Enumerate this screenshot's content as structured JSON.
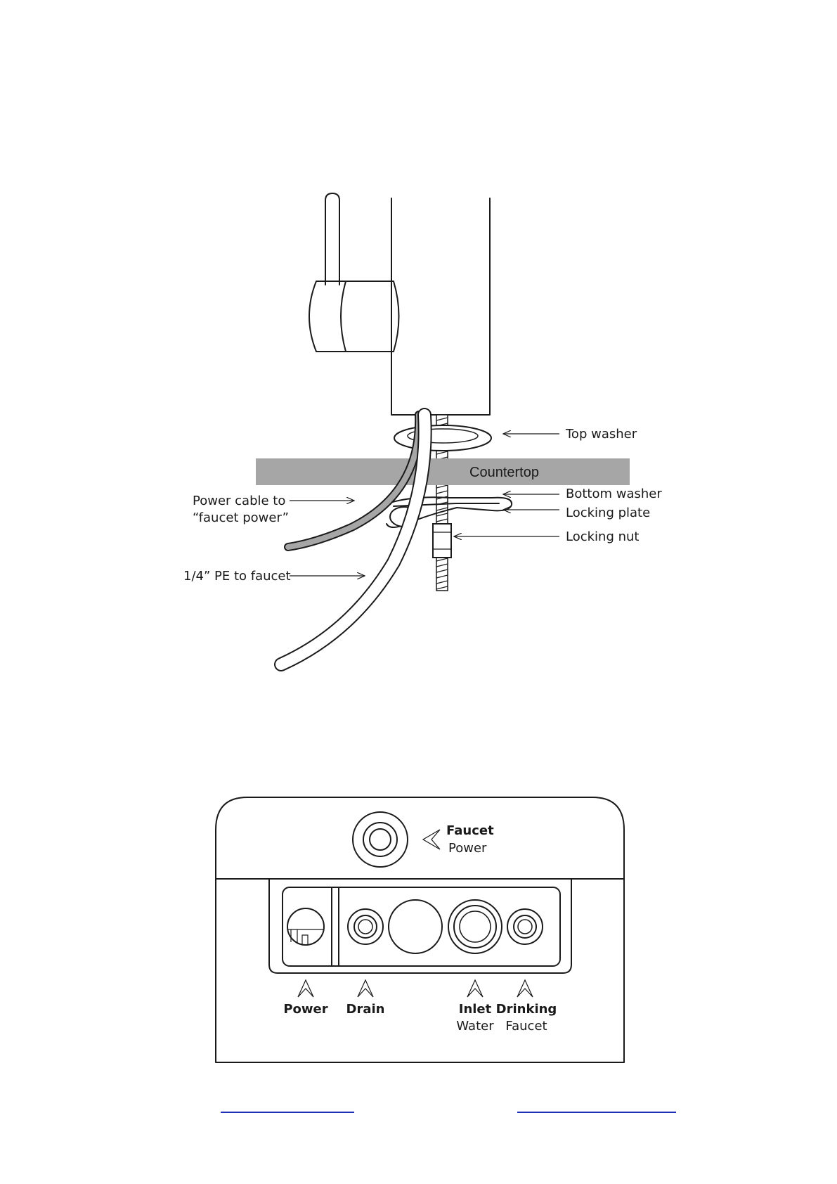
{
  "faucet_diagram": {
    "labels": {
      "top_washer": "Top washer",
      "countertop": "Countertop",
      "bottom_washer": "Bottom washer",
      "locking_plate": "Locking plate",
      "locking_nut": "Locking nut",
      "power_cable_line1": "Power cable to",
      "power_cable_line2": "“faucet power”",
      "pe_tube": "1/4” PE to faucet"
    },
    "colors": {
      "countertop": "#a6a6a6",
      "line": "#1a1a1a"
    }
  },
  "panel_diagram": {
    "faucet_power_line1": "Faucet",
    "faucet_power_line2": "Power",
    "ports": {
      "power": "Power",
      "drain": "Drain",
      "inlet_line1": "Inlet",
      "inlet_line2": "Water",
      "drinking_line1": "Drinking",
      "drinking_line2": "Faucet"
    }
  },
  "footer": {
    "link_color": "#1f2fb5"
  }
}
